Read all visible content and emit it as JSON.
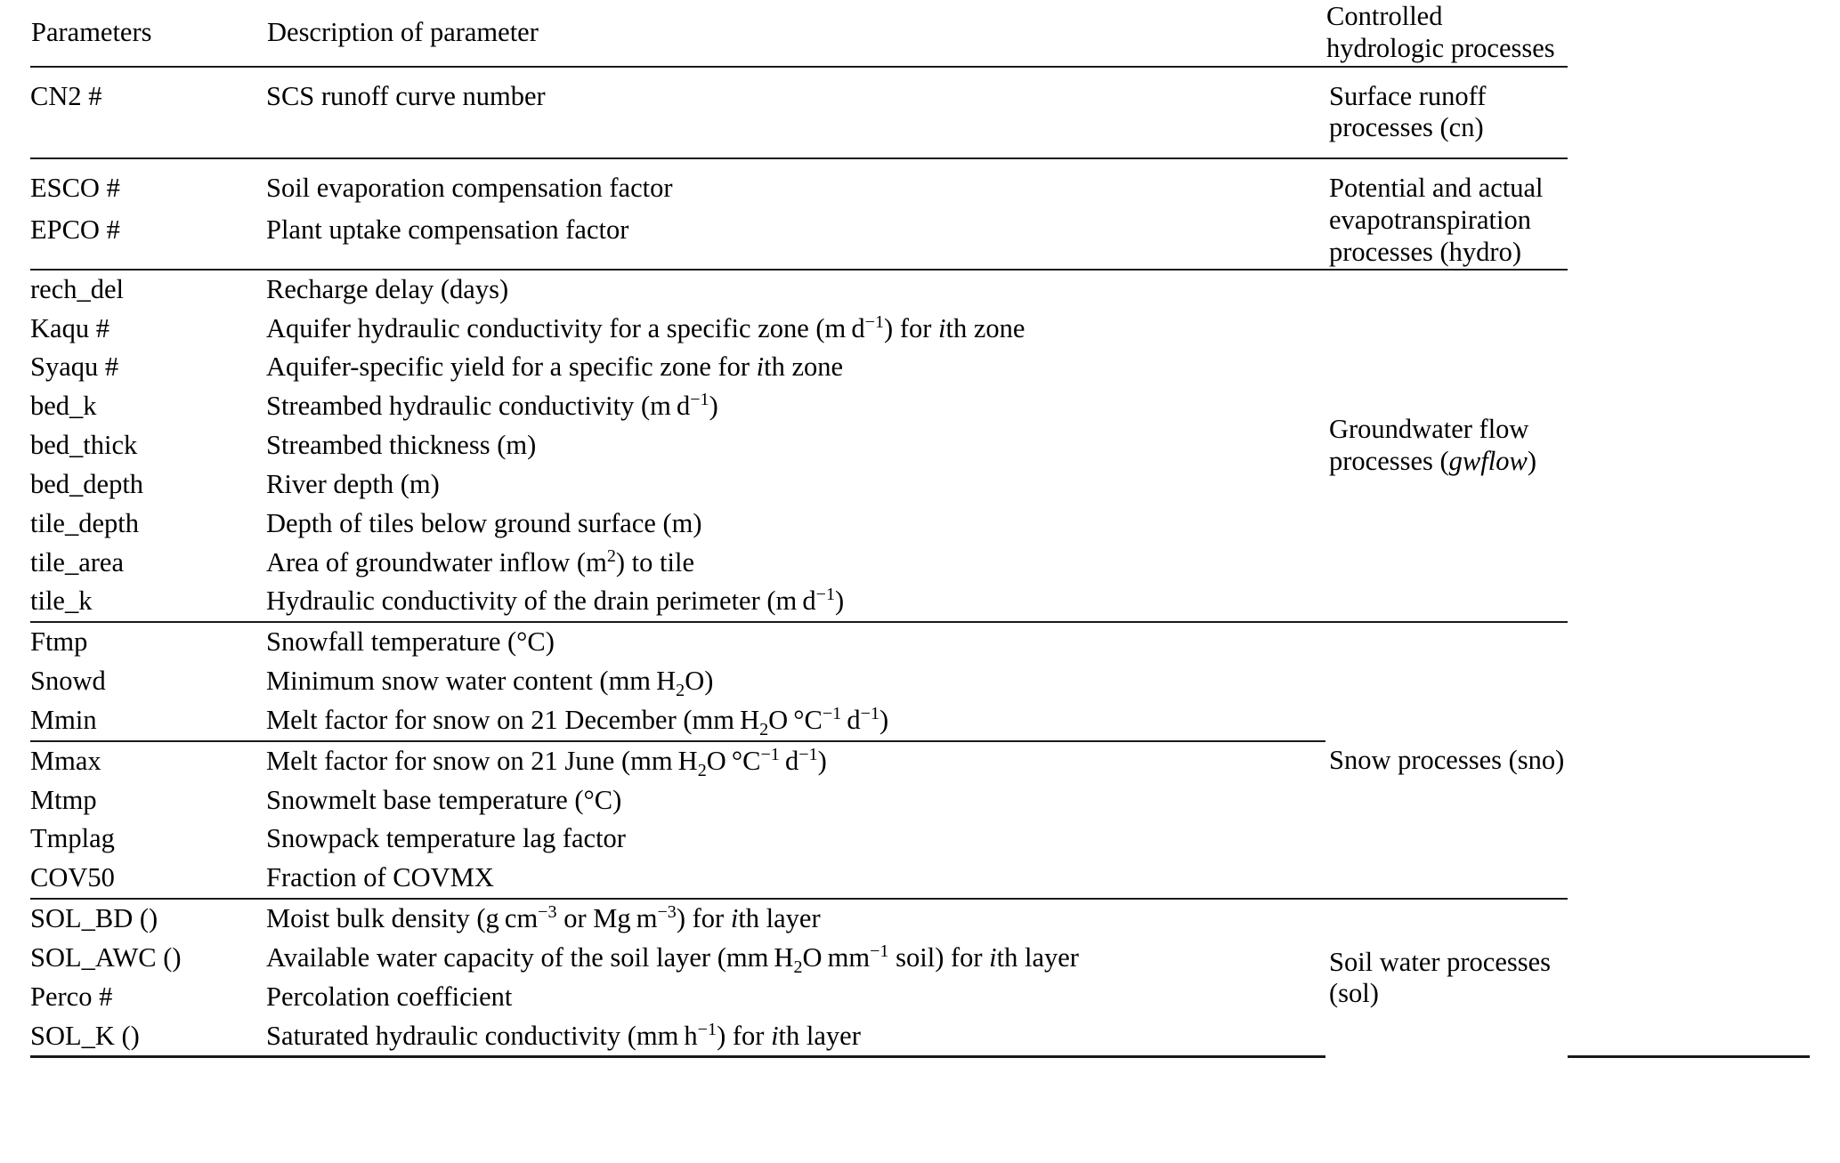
{
  "table": {
    "columns": [
      "Parameters",
      "Description of parameter",
      "Controlled hydrologic processes"
    ],
    "sections": [
      {
        "id": "surface-runoff",
        "process": "Surface runoff processes (cn)",
        "process_lines": [
          "Surface runoff processes (cn)"
        ],
        "rows": [
          {
            "parameter": "CN2 #",
            "description": "SCS runoff curve number"
          }
        ]
      },
      {
        "id": "evapotranspiration",
        "process": "Potential and actual evapotranspiration processes (hydro)",
        "process_lines": [
          "Potential and actual",
          "evapotranspiration processes (hydro)"
        ],
        "rows": [
          {
            "parameter": "ESCO #",
            "description": "Soil evaporation compensation factor"
          },
          {
            "parameter": "EPCO #",
            "description": "Plant uptake compensation factor"
          }
        ]
      },
      {
        "id": "groundwater",
        "process": "Groundwater flow processes (gwflow)",
        "process_lines": [
          "Groundwater flow processes (gwflow)"
        ],
        "process_italic_tail": "gwflow",
        "rows": [
          {
            "parameter": "rech_del",
            "description": "Recharge delay (days)"
          },
          {
            "parameter": "Kaqu #",
            "description": "Aquifer hydraulic conductivity for a specific zone (m d-1) for ith zone"
          },
          {
            "parameter": "Syaqu #",
            "description": "Aquifer-specific yield for a specific zone for ith zone"
          },
          {
            "parameter": "bed_k",
            "description": "Streambed hydraulic conductivity (m d-1)"
          },
          {
            "parameter": "bed_thick",
            "description": "Streambed thickness (m)"
          },
          {
            "parameter": "bed_depth",
            "description": "River depth (m)"
          },
          {
            "parameter": "tile_depth",
            "description": "Depth of tiles below ground surface (m)"
          },
          {
            "parameter": "tile_area",
            "description": "Area of groundwater inflow (m2) to tile"
          },
          {
            "parameter": "tile_k",
            "description": "Hydraulic conductivity of the drain perimeter (m d-1)"
          }
        ]
      },
      {
        "id": "snow",
        "process": "Snow processes (sno)",
        "process_lines": [
          "Snow processes (sno)"
        ],
        "rows_upper": [
          {
            "parameter": "Ftmp",
            "description": "Snowfall temperature (°C)"
          },
          {
            "parameter": "Snowd",
            "description": "Minimum snow water content (mm H2O)"
          },
          {
            "parameter": "Mmin",
            "description": "Melt factor for snow on 21 December (mm H2O °C-1 d-1)"
          }
        ],
        "rows_lower": [
          {
            "parameter": "Mmax",
            "description": "Melt factor for snow on 21 June (mm H2O °C-1 d-1)"
          },
          {
            "parameter": "Mtmp",
            "description": "Snowmelt base temperature (°C)"
          },
          {
            "parameter": "Tmplag",
            "description": "Snowpack temperature lag factor"
          },
          {
            "parameter": "COV50",
            "description": "Fraction of COVMX"
          }
        ]
      },
      {
        "id": "soil-water",
        "process": "Soil water processes (sol)",
        "process_lines": [
          "Soil water processes (sol)"
        ],
        "rows": [
          {
            "parameter": "SOL_BD ()",
            "description": "Moist bulk density (g cm-3 or Mg m-3) for ith layer"
          },
          {
            "parameter": "SOL_AWC ()",
            "description": "Available water capacity of the soil layer (mm H2O mm-1 soil) for ith layer"
          },
          {
            "parameter": "Perco #",
            "description": "Percolation coefficient"
          },
          {
            "parameter": "SOL_K ()",
            "description": "Saturated hydraulic conductivity (mm h-1) for ith layer"
          }
        ]
      }
    ]
  },
  "colors": {
    "text": "#000000",
    "rule": "#1a1a1a",
    "background": "#ffffff"
  }
}
